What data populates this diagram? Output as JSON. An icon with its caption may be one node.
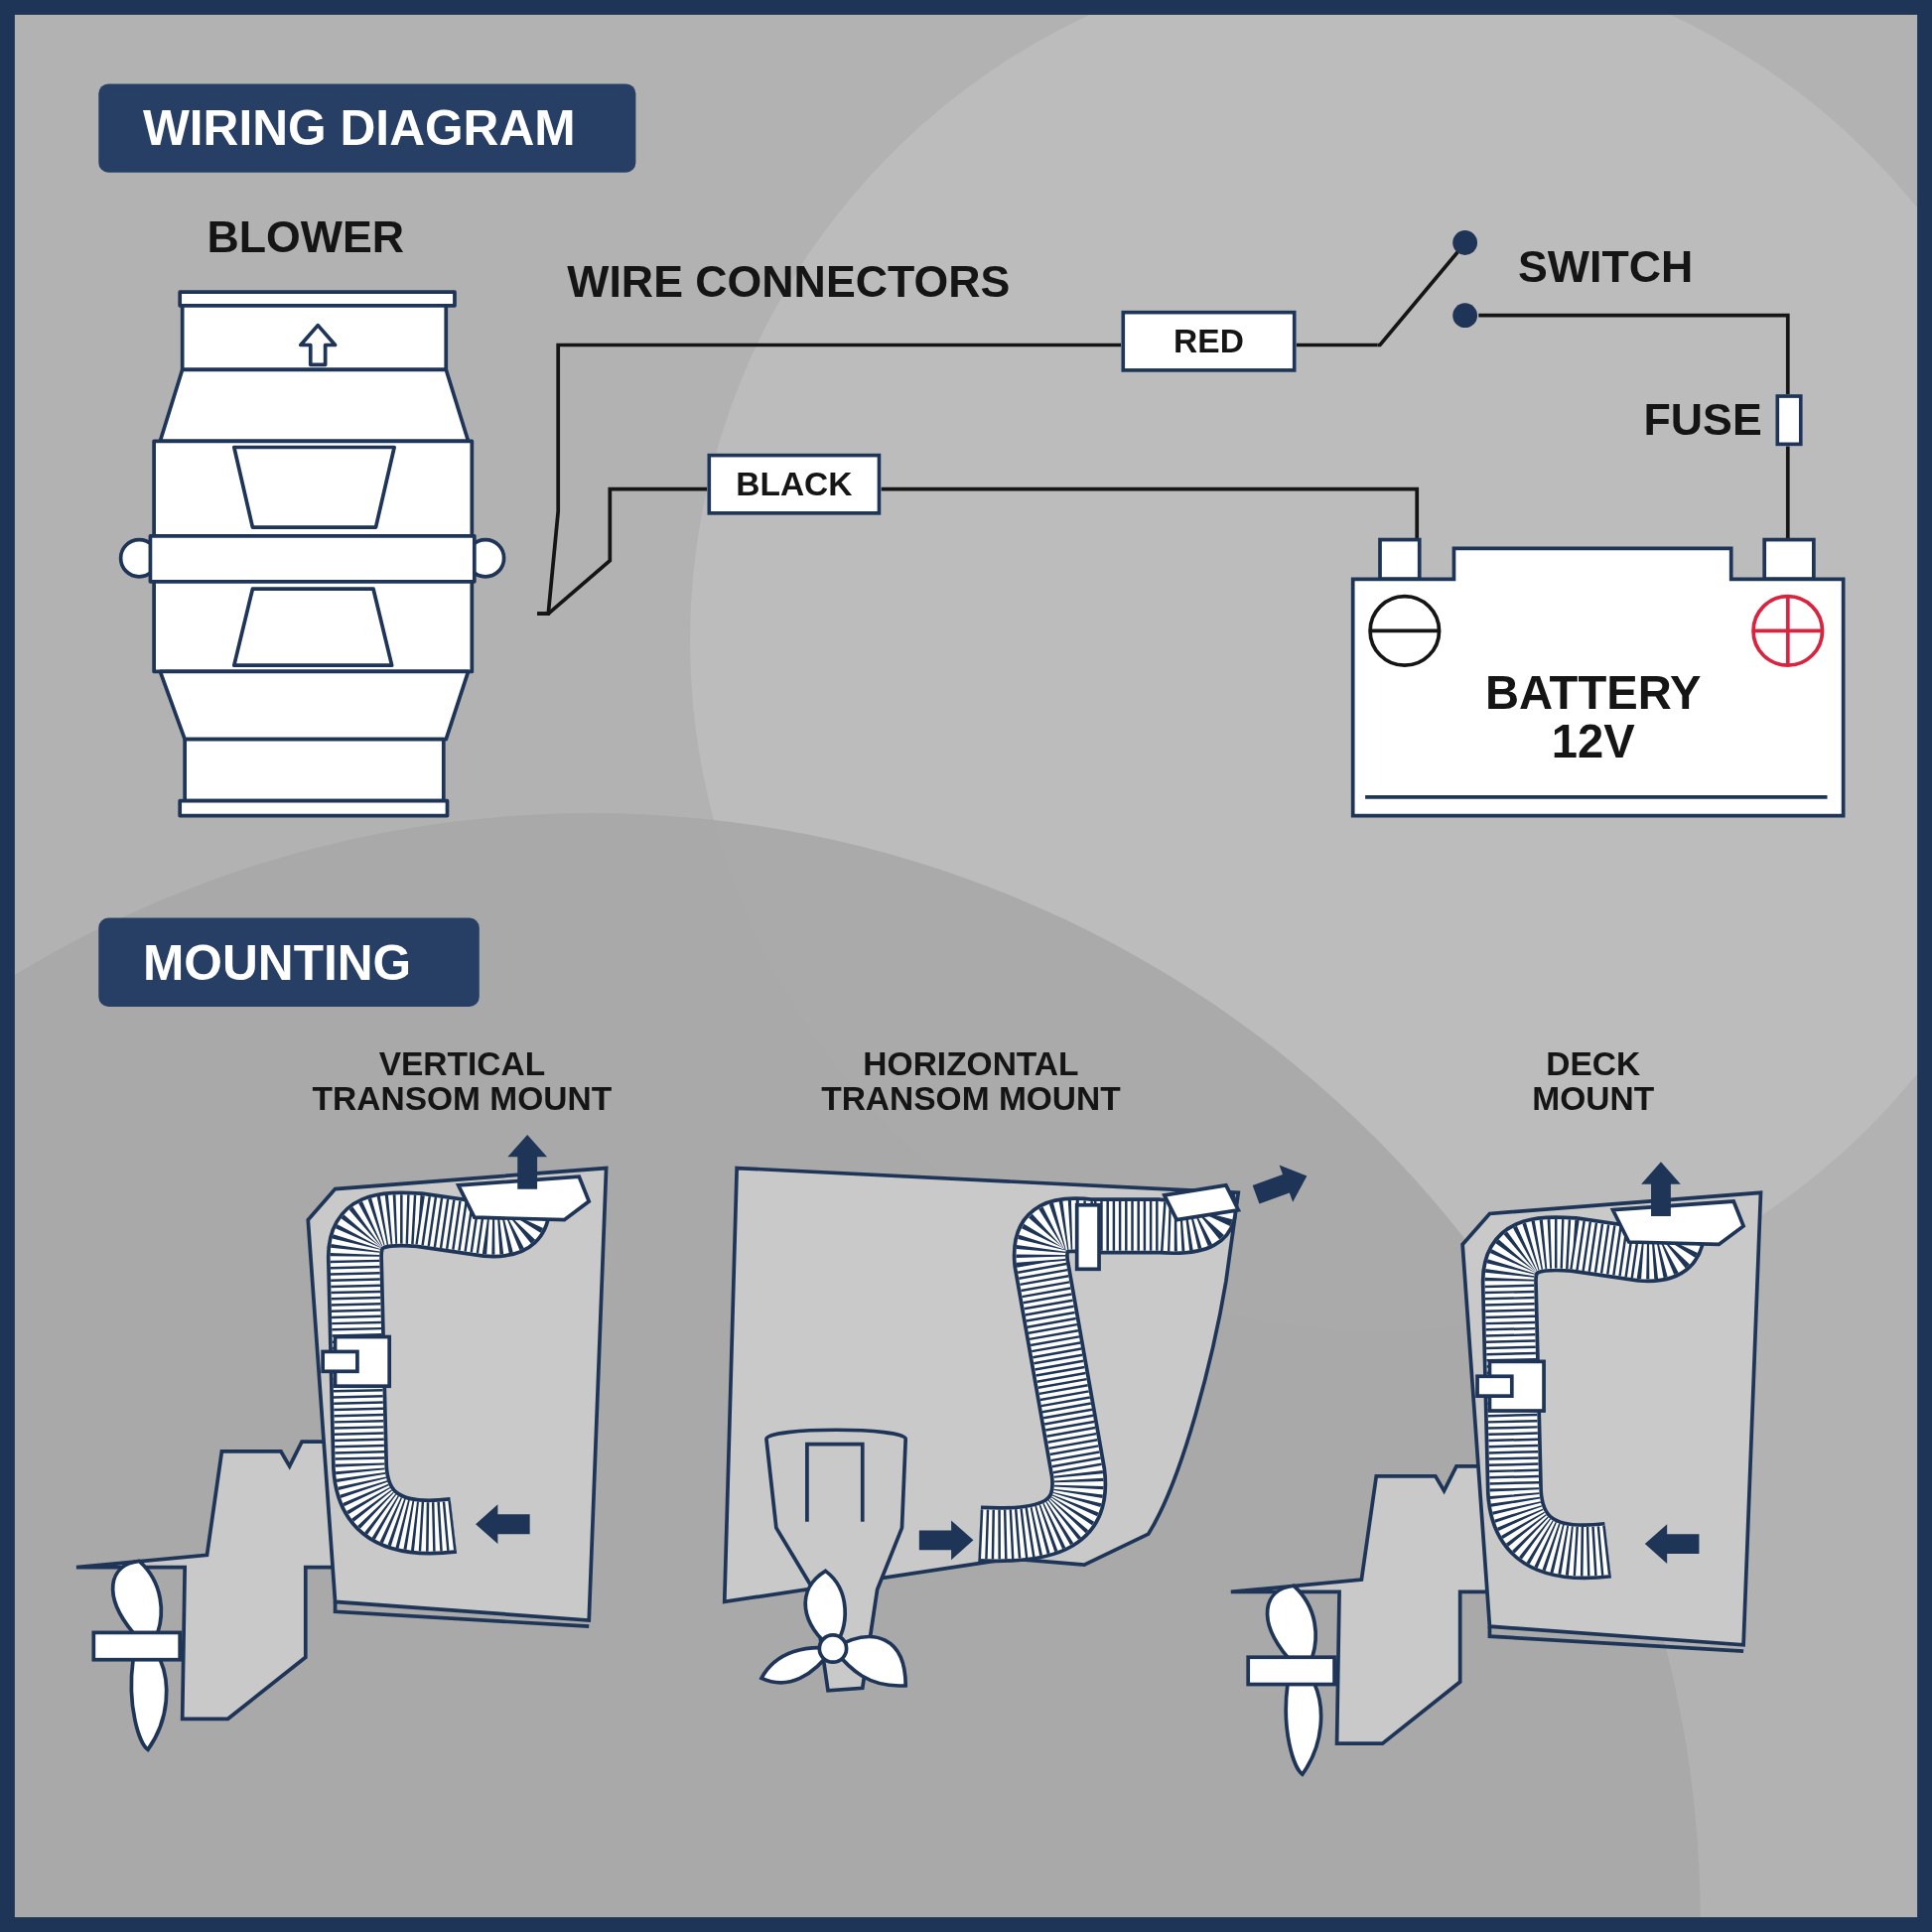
{
  "diagram": {
    "title": "WIRING DIAGRAM",
    "nodes": [
      {
        "text": [
          "BLOWER"
        ]
      },
      {
        "text": [
          "RED"
        ]
      },
      {
        "text": [
          "BLACK"
        ]
      },
      {
        "text": [],
        "shape": "switch",
        "beside": [
          "SWITCH"
        ]
      },
      {
        "text": [],
        "shape": "box",
        "beside": [
          "FUSE"
        ]
      },
      {
        "text": [
          "BATTERY 12V"
        ]
      }
    ],
    "edges": [
      {
        "from": 0,
        "to": 1,
        "arrow": "none"
      },
      {
        "from": 1,
        "to": 3,
        "arrow": "none"
      },
      {
        "from": 3,
        "to": 4,
        "arrow": "none"
      },
      {
        "from": 4,
        "to": 5,
        "arrow": "none"
      },
      {
        "from": 0,
        "to": 2,
        "arrow": "none"
      },
      {
        "from": 2,
        "to": 5,
        "arrow": "none"
      }
    ],
    "labels": [
      "WIRE CONNECTORS",
      "MOUNTING",
      "VERTICAL TRANSOM MOUNT",
      "HORIZONTAL TRANSOM MOUNT",
      "DECK MOUNT"
    ]
  }
}
